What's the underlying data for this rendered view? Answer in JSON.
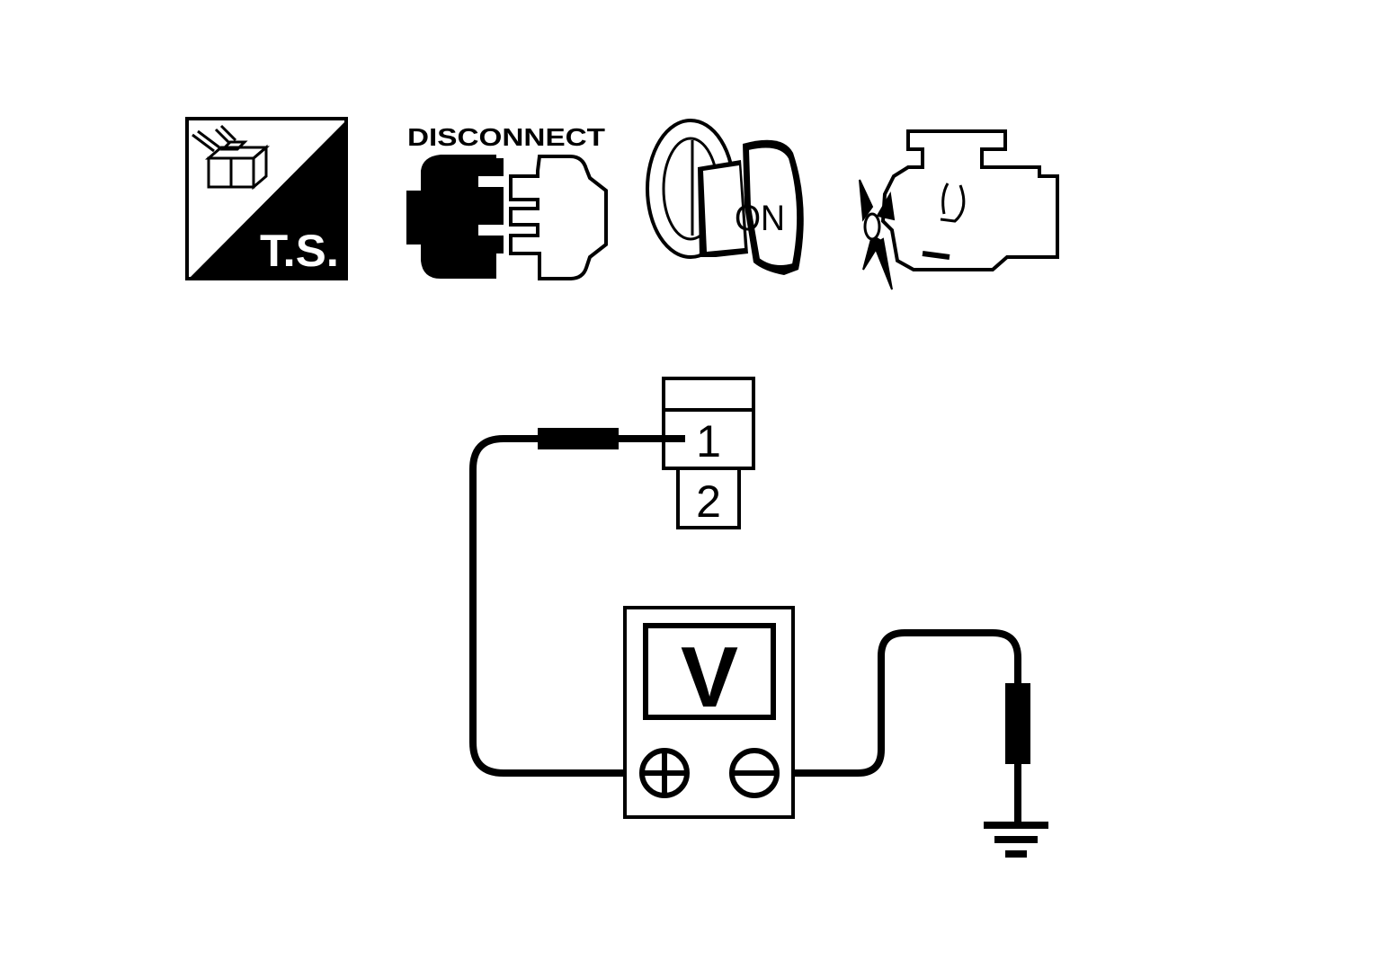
{
  "icons": {
    "ts_label": "T.S.",
    "disconnect_label": "DISCONNECT",
    "ignition_label": "ON"
  },
  "connector": {
    "pin1": "1",
    "pin2": "2"
  },
  "meter": {
    "display": "V",
    "positive_terminal": "+",
    "negative_terminal": "−"
  },
  "colors": {
    "ink": "#000000",
    "paper": "#ffffff"
  }
}
